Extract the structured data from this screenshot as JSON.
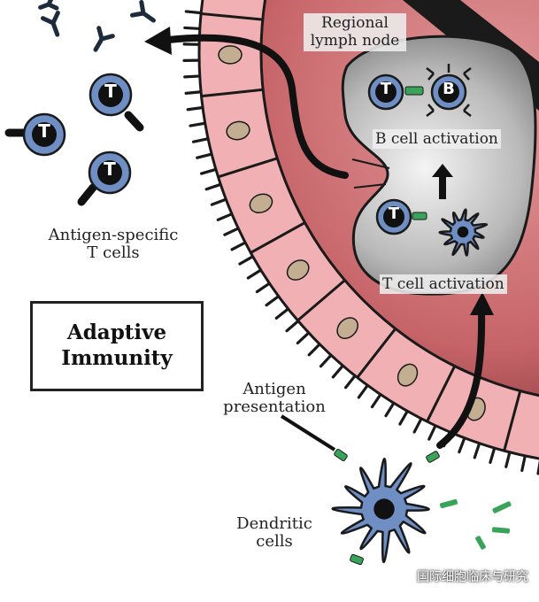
{
  "labels": {
    "lymph_node": [
      "Regional",
      "lymph node"
    ],
    "b_cell_activation": "B cell activation",
    "t_cell_activation": "T cell activation",
    "antigen_specific": [
      "Antigen-specific",
      "T cells"
    ],
    "adaptive_immunity": [
      "Adaptive",
      "Immunity"
    ],
    "antigen_presentation": [
      "Antigen",
      "presentation"
    ],
    "dendritic_cells": [
      "Dendritic",
      "cells"
    ],
    "t_letter": "T",
    "b_letter": "B"
  },
  "watermark": {
    "text": "国际细胞临床与研究"
  },
  "colors": {
    "tissue_red": "#c96a6e",
    "epithelium_pink": "#f1b0b3",
    "nucleus_tan": "#c4ae92",
    "lymph_gray": "#8c8c8c",
    "cell_blue": "#6f8ec4",
    "antigen_green": "#3aa35a",
    "outline": "#1a1a1a"
  }
}
